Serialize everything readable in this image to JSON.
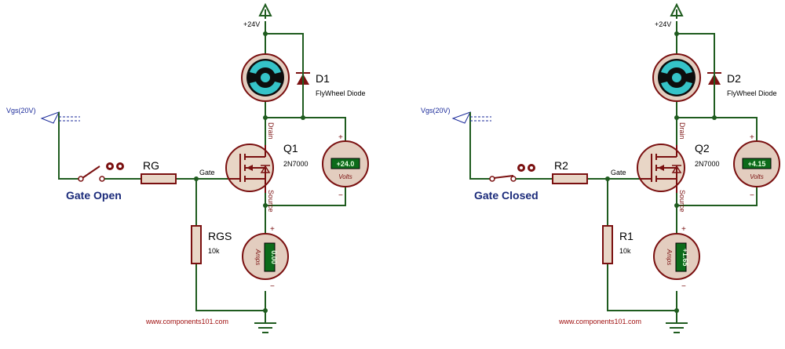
{
  "colors": {
    "wire": "#1f5c1f",
    "component_red": "#7a1010",
    "component_fill": "#e8d6c6",
    "meter_fill": "#e3cdbf",
    "meter_display": "#0c6b1a",
    "motor_cyan": "#35c3c8",
    "label_blue": "#1a2a9a",
    "url_red": "#a01010"
  },
  "left_circuit": {
    "supply_label": "+24V",
    "motor_name": "motor-m1",
    "diode_name": "D1",
    "diode_desc": "FlyWheel Diode",
    "mosfet_name": "Q1",
    "mosfet_type": "2N7000",
    "drain_label": "Drain",
    "source_label": "Source",
    "gate_label": "Gate",
    "gate_resistor": "RG",
    "pulldown_resistor": "RGS",
    "pulldown_value": "10k",
    "vgs_label": "Vgs(20V)",
    "switch_state": "Gate Open",
    "voltmeter_value": "+24.0",
    "voltmeter_unit": "Volts",
    "ammeter_value": "0.00",
    "ammeter_unit": "Amps",
    "plus": "+",
    "minus": "−",
    "website": "www.components101.com"
  },
  "right_circuit": {
    "supply_label": "+24V",
    "motor_name": "motor-m2",
    "diode_name": "D2",
    "diode_desc": "FlyWheel Diode",
    "mosfet_name": "Q2",
    "mosfet_type": "2N7000",
    "drain_label": "Drain",
    "source_label": "Source",
    "gate_label": "Gate",
    "gate_resistor": "R2",
    "pulldown_resistor": "R1",
    "pulldown_value": "10k",
    "vgs_label": "Vgs(20V)",
    "switch_state": "Gate Closed",
    "voltmeter_value": "+4.15",
    "voltmeter_unit": "Volts",
    "ammeter_value": "+1.65",
    "ammeter_unit": "Amps",
    "plus": "+",
    "minus": "−",
    "website": "www.components101.com"
  }
}
